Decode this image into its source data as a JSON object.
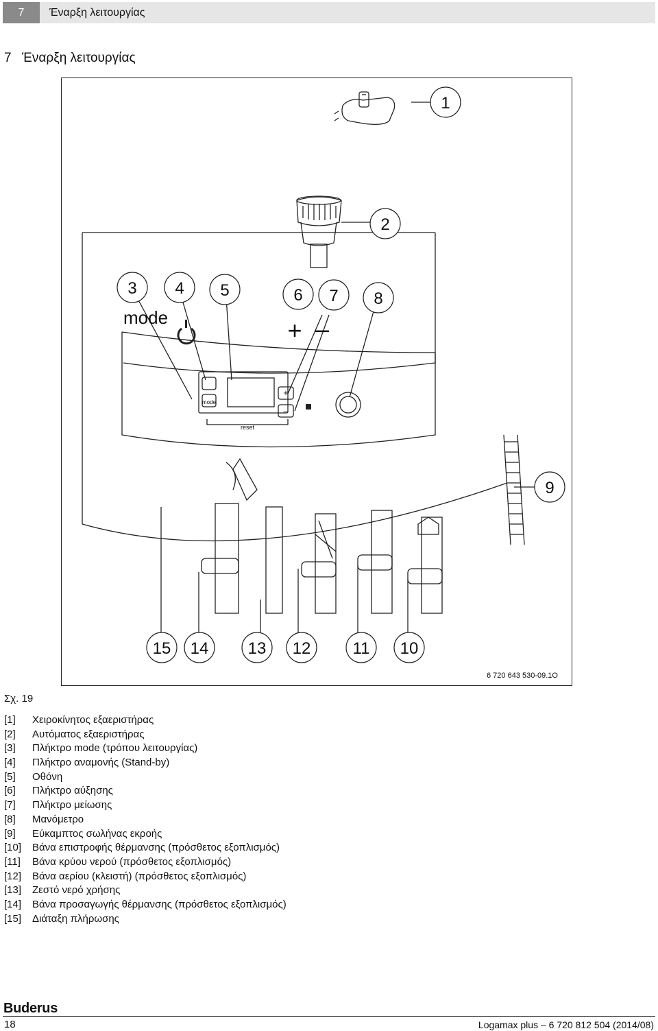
{
  "header": {
    "chapter_number": "7",
    "chapter_title": "Έναρξη λειτουργίας"
  },
  "section": {
    "number": "7",
    "title": "Έναρξη λειτουργίας"
  },
  "figure": {
    "callouts": [
      "1",
      "2",
      "3",
      "4",
      "5",
      "6",
      "7",
      "8",
      "9",
      "15",
      "14",
      "13",
      "12",
      "11",
      "10"
    ],
    "panel_labels": {
      "mode_big": "mode",
      "mode_btn": "mode",
      "reset": "reset",
      "plus": "+",
      "minus": "–"
    },
    "ref_code": "6 720 643 530-09.1O",
    "caption": "Σχ. 19"
  },
  "legend": [
    {
      "key": "[1]",
      "text": "Χειροκίνητος εξαεριστήρας"
    },
    {
      "key": "[2]",
      "text": "Αυτόματος εξαεριστήρας"
    },
    {
      "key": "[3]",
      "text": "Πλήκτρο mode (τρόπου λειτουργίας)"
    },
    {
      "key": "[4]",
      "text": "Πλήκτρο αναμονής (Stand-by)"
    },
    {
      "key": "[5]",
      "text": "Οθόνη"
    },
    {
      "key": "[6]",
      "text": "Πλήκτρο αύξησης"
    },
    {
      "key": "[7]",
      "text": "Πλήκτρο μείωσης"
    },
    {
      "key": "[8]",
      "text": "Μανόμετρο"
    },
    {
      "key": "[9]",
      "text": "Εύκαμπτος σωλήνας εκροής"
    },
    {
      "key": "[10]",
      "text": "Βάνα επιστροφής θέρμανσης (πρόσθετος εξοπλισμός)"
    },
    {
      "key": "[11]",
      "text": "Βάνα κρύου νερού (πρόσθετος εξοπλισμός)"
    },
    {
      "key": "[12]",
      "text": "Βάνα αερίου (κλειστή) (πρόσθετος εξοπλισμός)"
    },
    {
      "key": "[13]",
      "text": "Ζεστό νερό χρήσης"
    },
    {
      "key": "[14]",
      "text": "Βάνα προσαγωγής θέρμανσης (πρόσθετος εξοπλισμός)"
    },
    {
      "key": "[15]",
      "text": "Διάταξη πλήρωσης"
    }
  ],
  "footer": {
    "brand": "Buderus",
    "page_number": "18",
    "doc_ref": "Logamax plus – 6 720 812 504 (2014/08)"
  }
}
